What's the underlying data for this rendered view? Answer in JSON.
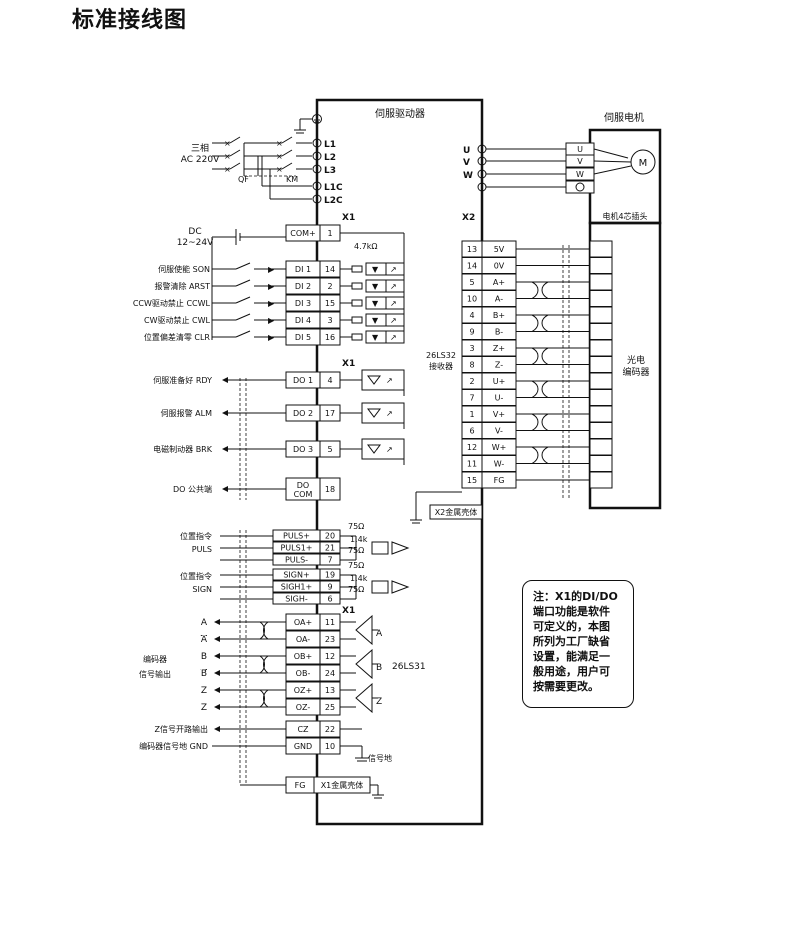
{
  "title": "标准接线图",
  "driver": {
    "label": "伺服驱动器"
  },
  "motor": {
    "label": "伺服电机",
    "symbol": "M",
    "connector": "电机4芯插头",
    "terminals": [
      "U",
      "V",
      "W"
    ]
  },
  "power": {
    "supply": [
      "三相",
      "AC 220V"
    ],
    "breaker": "QF",
    "contactor": "KM",
    "terminals": [
      "L1",
      "L2",
      "L3",
      "L1C",
      "L2C"
    ]
  },
  "outputs_uvw": [
    "U",
    "V",
    "W"
  ],
  "x1_label": "X1",
  "x2_label": "X2",
  "dc": {
    "label": [
      "DC",
      "12~24V"
    ],
    "com": "COM+",
    "pin": "1"
  },
  "resistor": "4.7kΩ",
  "di": [
    {
      "label": "伺服使能 SON",
      "name": "DI 1",
      "pin": "14"
    },
    {
      "label": "报警清除 ARST",
      "name": "DI 2",
      "pin": "2"
    },
    {
      "label": "CCW驱动禁止 CCWL",
      "name": "DI 3",
      "pin": "15"
    },
    {
      "label": "CW驱动禁止 CWL",
      "name": "DI 4",
      "pin": "3"
    },
    {
      "label": "位置偏差清零 CLR",
      "name": "DI 5",
      "pin": "16"
    }
  ],
  "do": [
    {
      "label": "伺服准备好 RDY",
      "name": "DO 1",
      "pin": "4"
    },
    {
      "label": "伺服报警 ALM",
      "name": "DO 2",
      "pin": "17"
    },
    {
      "label": "电磁制动器 BRK",
      "name": "DO 3",
      "pin": "5"
    },
    {
      "label": "DO 公共端",
      "name": [
        "DO",
        "COM"
      ],
      "pin": "18"
    }
  ],
  "encoder": {
    "chip": [
      "26LS32",
      "接收器"
    ],
    "label": [
      "光电",
      "编码器"
    ],
    "shell": "X2金属壳体",
    "pins": [
      {
        "pin": "13",
        "name": "5V"
      },
      {
        "pin": "14",
        "name": "0V"
      },
      {
        "pin": "5",
        "name": "A+"
      },
      {
        "pin": "10",
        "name": "A-"
      },
      {
        "pin": "4",
        "name": "B+"
      },
      {
        "pin": "9",
        "name": "B-"
      },
      {
        "pin": "3",
        "name": "Z+"
      },
      {
        "pin": "8",
        "name": "Z-"
      },
      {
        "pin": "2",
        "name": "U+"
      },
      {
        "pin": "7",
        "name": "U-"
      },
      {
        "pin": "1",
        "name": "V+"
      },
      {
        "pin": "6",
        "name": "V-"
      },
      {
        "pin": "12",
        "name": "W+"
      },
      {
        "pin": "11",
        "name": "W-"
      },
      {
        "pin": "15",
        "name": "FG"
      }
    ]
  },
  "pulse": {
    "puls_label": [
      "位置指令",
      "PULS"
    ],
    "sign_label": [
      "位置指令",
      "SIGN"
    ],
    "r75": "75Ω",
    "r1k": "1.4k",
    "pins": [
      {
        "name": "PULS+",
        "pin": "20"
      },
      {
        "name": "PULS1+",
        "pin": "21"
      },
      {
        "name": "PULS-",
        "pin": "7"
      },
      {
        "name": "SIGN+",
        "pin": "19"
      },
      {
        "name": "SIGH1+",
        "pin": "9"
      },
      {
        "name": "SIGH-",
        "pin": "6"
      }
    ]
  },
  "enc_out": {
    "group_label": [
      "编码器",
      "信号输出"
    ],
    "chip": "26LS31",
    "left": [
      "A",
      "A",
      "B",
      "B",
      "Z",
      "Z"
    ],
    "right": [
      "A",
      "B",
      "Z"
    ],
    "pins": [
      {
        "name": "OA+",
        "pin": "11"
      },
      {
        "name": "OA-",
        "pin": "23"
      },
      {
        "name": "OB+",
        "pin": "12"
      },
      {
        "name": "OB-",
        "pin": "24"
      },
      {
        "name": "OZ+",
        "pin": "13"
      },
      {
        "name": "OZ-",
        "pin": "25"
      }
    ]
  },
  "cz": {
    "label": "Z信号开路输出",
    "name": "CZ",
    "pin": "22"
  },
  "gnd": {
    "label": "编码器信号地 GND",
    "name": "GND",
    "pin": "10",
    "signal_ground": "信号地"
  },
  "fg": {
    "name": "FG",
    "shell": "X1金属壳体"
  },
  "note": [
    "注：X1的DI/DO",
    "端口功能是软件",
    "可定义的，本图",
    "所列为工厂缺省",
    "设置，能满足一",
    "般用途，用户可",
    "按需要更改。"
  ]
}
